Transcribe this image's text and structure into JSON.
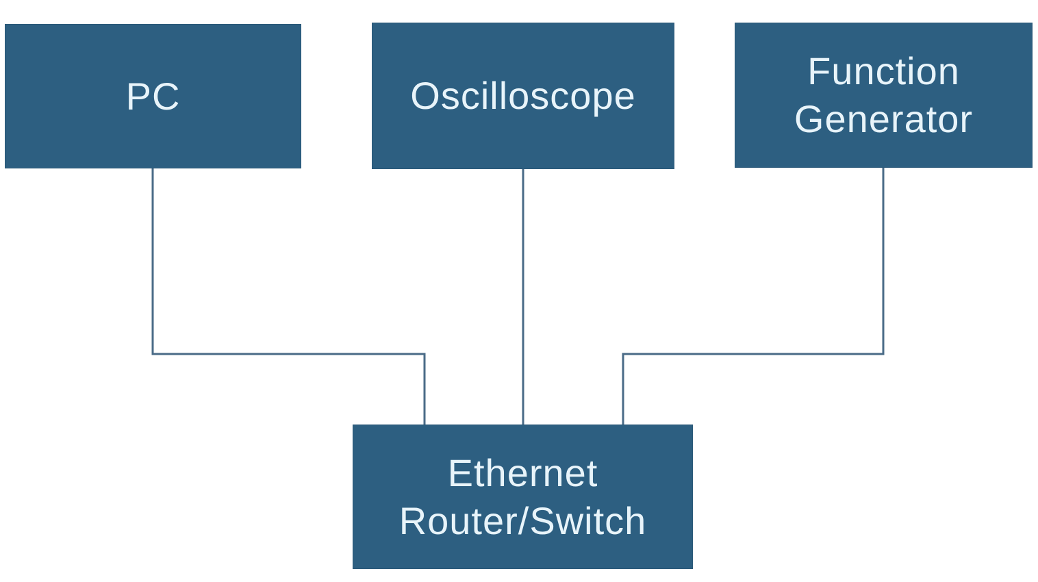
{
  "diagram": {
    "type": "network-topology",
    "background_color": "#ffffff",
    "node_fill_color": "#2D5F81",
    "node_text_color": "#E8F4FA",
    "connector_color": "#4A6B87",
    "nodes": [
      {
        "id": "pc",
        "label": "PC",
        "lines": [
          "PC"
        ]
      },
      {
        "id": "oscilloscope",
        "label": "Oscilloscope",
        "lines": [
          "Oscilloscope"
        ]
      },
      {
        "id": "function-generator",
        "label": "Function Generator",
        "lines": [
          "Function",
          "Generator"
        ]
      },
      {
        "id": "ethernet-router-switch",
        "label": "Ethernet Router/Switch",
        "lines": [
          "Ethernet",
          "Router/Switch"
        ]
      }
    ],
    "edges": [
      {
        "from": "pc",
        "to": "ethernet-router-switch",
        "style": "elbow"
      },
      {
        "from": "oscilloscope",
        "to": "ethernet-router-switch",
        "style": "straight"
      },
      {
        "from": "function-generator",
        "to": "ethernet-router-switch",
        "style": "elbow"
      }
    ]
  }
}
